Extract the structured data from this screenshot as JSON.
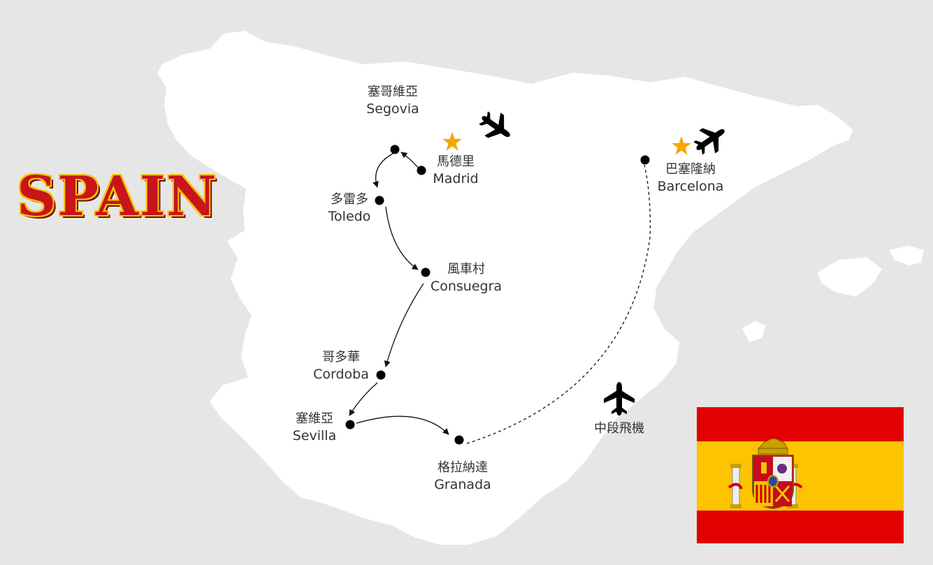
{
  "title": "SPAIN",
  "colors": {
    "land": "#ffffff",
    "sea": "#e6e6e6",
    "title_red": "#c8141b",
    "title_gold": "#f5c400",
    "star": "#f5a800",
    "flag_red": "#e20000",
    "flag_yellow": "#ffc400"
  },
  "cities": [
    {
      "id": "segovia",
      "zh": "塞哥維亞",
      "en": "Segovia"
    },
    {
      "id": "madrid",
      "zh": "馬德里",
      "en": "Madrid"
    },
    {
      "id": "toledo",
      "zh": "多雷多",
      "en": "Toledo"
    },
    {
      "id": "consuegra",
      "zh": "風車村",
      "en": "Consuegra"
    },
    {
      "id": "cordoba",
      "zh": "哥多華",
      "en": "Cordoba"
    },
    {
      "id": "sevilla",
      "zh": "塞維亞",
      "en": "Sevilla"
    },
    {
      "id": "granada",
      "zh": "格拉納達",
      "en": "Granada"
    },
    {
      "id": "barcelona",
      "zh": "巴塞隆納",
      "en": "Barcelona"
    }
  ],
  "flight_label": "中段飛機",
  "icons": [
    "plane-landing-icon",
    "plane-takeoff-icon",
    "plane-icon",
    "star-icon",
    "spain-flag-icon"
  ]
}
